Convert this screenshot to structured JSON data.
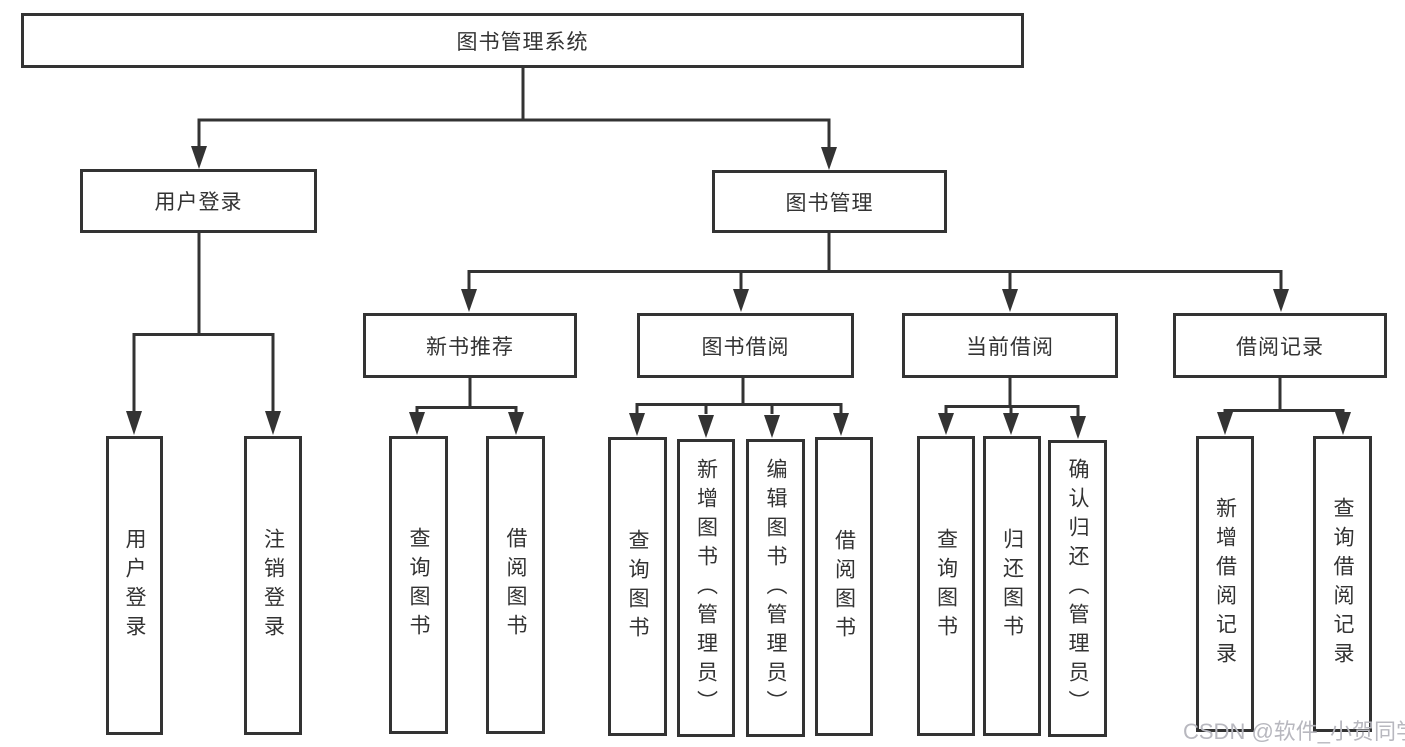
{
  "diagram": {
    "title": "图书管理系统",
    "nodes": {
      "root": "图书管理系统",
      "user_login": "用户登录",
      "book_mgmt": "图书管理",
      "new_book_rec": "新书推荐",
      "book_borrow": "图书借阅",
      "current_borrow": "当前借阅",
      "borrow_record": "借阅记录",
      "leaf_user_login": "用户登录",
      "leaf_logout": "注销登录",
      "nb_query_book": "查询图书",
      "nb_borrow_book": "借阅图书",
      "bb_query_book": "查询图书",
      "bb_add_book": "新增图书（管理员）",
      "bb_edit_book": "编辑图书（管理员）",
      "bb_borrow_book": "借阅图书",
      "cb_query_book": "查询图书",
      "cb_return_book": "归还图书",
      "cb_confirm_return": "确认归还（管理员）",
      "br_add_record": "新增借阅记录",
      "br_query_record": "查询借阅记录"
    },
    "colors": {
      "line": "#333333",
      "text": "#333333",
      "watermark": "#b8b8bf"
    }
  },
  "watermark": {
    "text": "CSDN @软件_小贺同学"
  }
}
